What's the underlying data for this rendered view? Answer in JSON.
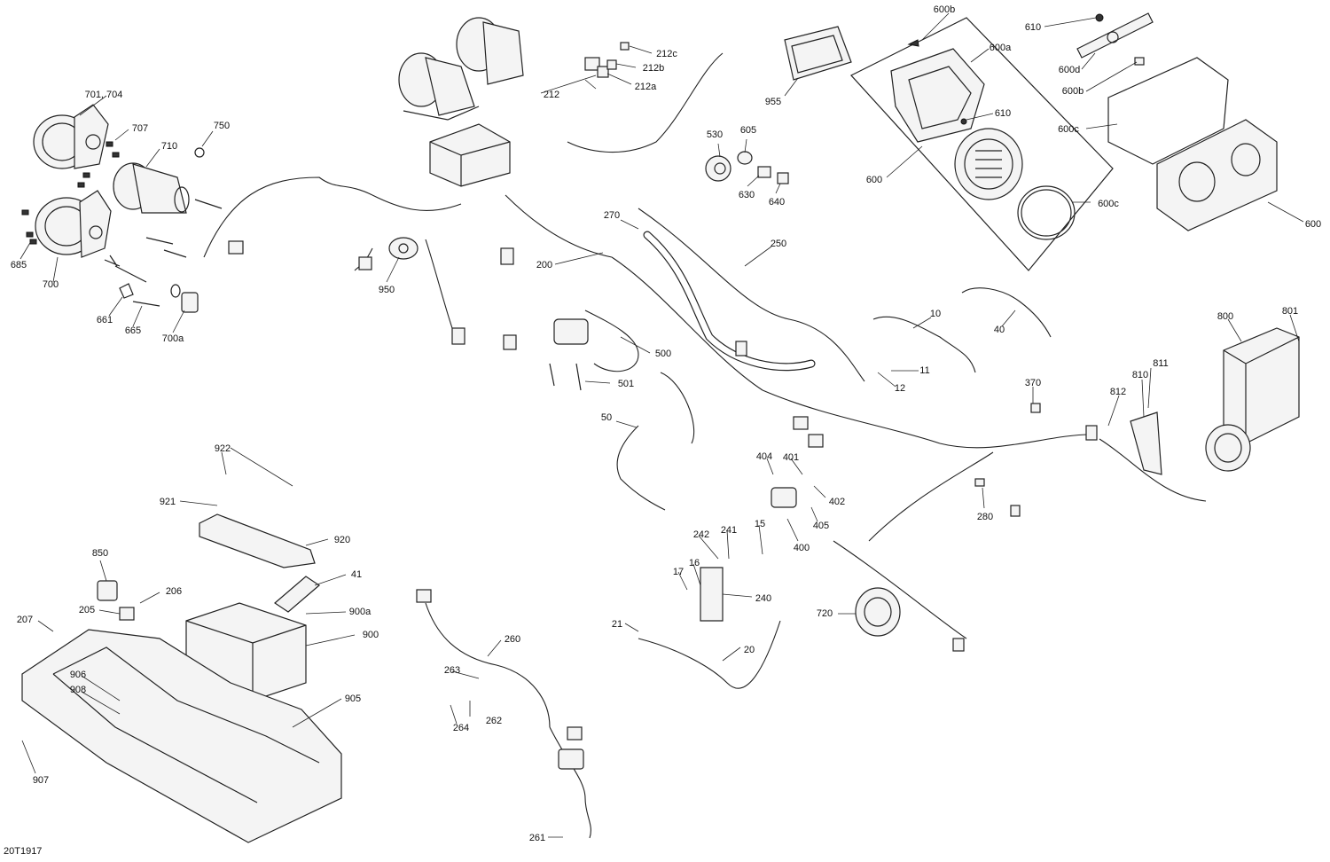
{
  "diagram_id": "20T1917",
  "callouts": {
    "c10": "10",
    "c11": "11",
    "c12": "12",
    "c15": "15",
    "c16": "16",
    "c17": "17",
    "c20": "20",
    "c21": "21",
    "c40": "40",
    "c41": "41",
    "c50": "50",
    "c200": "200",
    "c205": "205",
    "c206": "206",
    "c207": "207",
    "c212": "212",
    "c212a": "212a",
    "c212b": "212b",
    "c212c": "212c",
    "c240": "240",
    "c241": "241",
    "c242": "242",
    "c250": "250",
    "c260": "260",
    "c261": "261",
    "c262": "262",
    "c263": "263",
    "c264": "264",
    "c270": "270",
    "c280": "280",
    "c370": "370",
    "c400": "400",
    "c401": "401",
    "c402": "402",
    "c404": "404",
    "c405": "405",
    "c500": "500",
    "c501": "501",
    "c530": "530",
    "c600_left": "600",
    "c600_right": "600",
    "c600a": "600a",
    "c600b_top": "600b",
    "c600b_mid": "600b",
    "c600c_top": "600c",
    "c600c_bottom": "600c",
    "c600d": "600d",
    "c605": "605",
    "c610_top": "610",
    "c610_mid": "610",
    "c630": "630",
    "c640": "640",
    "c661": "661",
    "c665": "665",
    "c685": "685",
    "c700": "700",
    "c700a": "700a",
    "c701_704": "701, 704",
    "c707": "707",
    "c710": "710",
    "c720": "720",
    "c750": "750",
    "c800": "800",
    "c801": "801",
    "c810": "810",
    "c811": "811",
    "c812": "812",
    "c850": "850",
    "c900": "900",
    "c900a": "900a",
    "c905": "905",
    "c906": "906",
    "c907": "907",
    "c908": "908",
    "c920": "920",
    "c921": "921",
    "c922": "922",
    "c950": "950",
    "c955": "955"
  }
}
